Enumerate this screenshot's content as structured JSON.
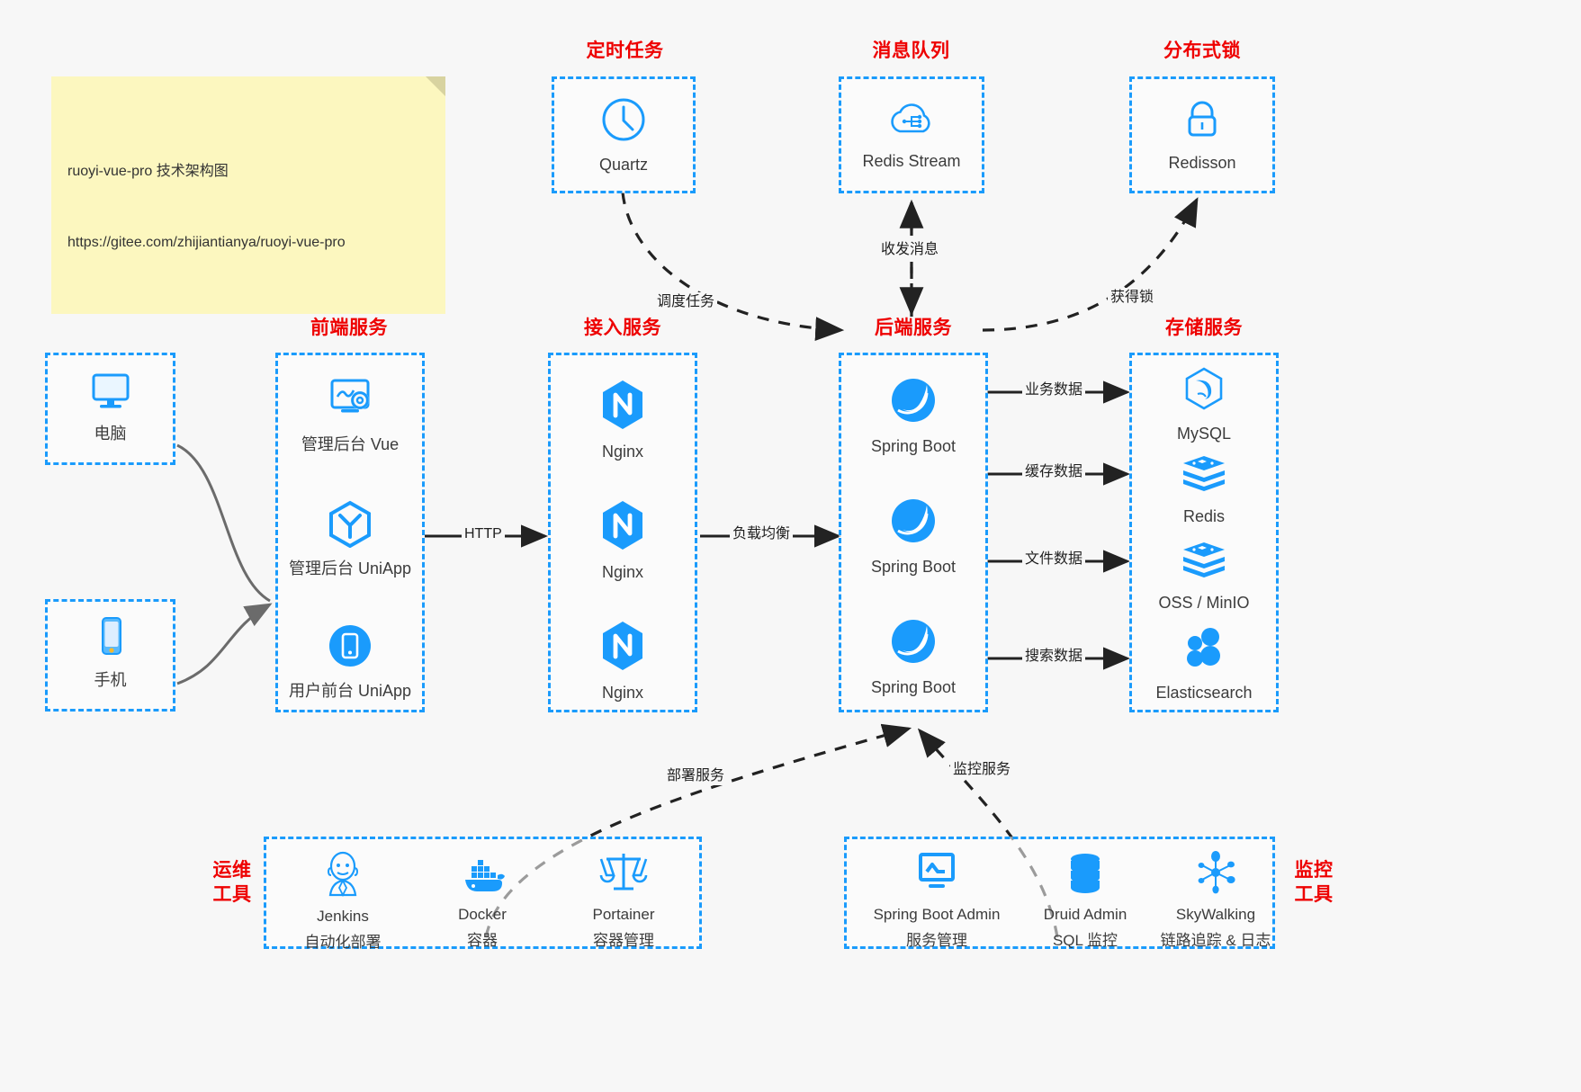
{
  "note": {
    "line1": "ruoyi-vue-pro 技术架构图",
    "line2": "https://gitee.com/zhijiantianya/ruoyi-vue-pro"
  },
  "colors": {
    "accent_blue": "#1a9bfc",
    "caption_red": "#ee0000",
    "background": "#f7f7f7",
    "note_yellow": "#fcf7bf",
    "edge_black": "#222222",
    "device_edge_gray": "#6b6b6b"
  },
  "groups": {
    "scheduled_task": {
      "caption": "定时任务",
      "nodes": [
        {
          "label": "Quartz",
          "icon": "clock-icon"
        }
      ]
    },
    "message_queue": {
      "caption": "消息队列",
      "nodes": [
        {
          "label": "Redis Stream",
          "icon": "cloud-stream-icon"
        }
      ]
    },
    "distributed_lock": {
      "caption": "分布式锁",
      "nodes": [
        {
          "label": "Redisson",
          "icon": "lock-icon"
        }
      ]
    },
    "clients": {
      "nodes": [
        {
          "label": "电脑",
          "icon": "desktop-monitor-icon"
        },
        {
          "label": "手机",
          "icon": "smartphone-icon"
        }
      ]
    },
    "frontend_service": {
      "caption": "前端服务",
      "nodes": [
        {
          "label": "管理后台 Vue",
          "icon": "dashboard-gear-icon"
        },
        {
          "label": "管理后台 UniApp",
          "icon": "hexagon-cube-icon"
        },
        {
          "label": "用户前台 UniApp",
          "icon": "mobile-circle-icon"
        }
      ]
    },
    "gateway_service": {
      "caption": "接入服务",
      "nodes": [
        {
          "label": "Nginx",
          "icon": "nginx-icon"
        },
        {
          "label": "Nginx",
          "icon": "nginx-icon"
        },
        {
          "label": "Nginx",
          "icon": "nginx-icon"
        }
      ]
    },
    "backend_service": {
      "caption": "后端服务",
      "nodes": [
        {
          "label": "Spring Boot",
          "icon": "spring-boot-icon"
        },
        {
          "label": "Spring Boot",
          "icon": "spring-boot-icon"
        },
        {
          "label": "Spring Boot",
          "icon": "spring-boot-icon"
        }
      ]
    },
    "storage_service": {
      "caption": "存储服务",
      "nodes": [
        {
          "label": "MySQL",
          "icon": "mysql-dolphin-icon"
        },
        {
          "label": "Redis",
          "icon": "redis-stack-icon"
        },
        {
          "label": "OSS / MinIO",
          "icon": "redis-stack-icon"
        },
        {
          "label": "Elasticsearch",
          "icon": "elasticsearch-icon"
        }
      ]
    },
    "devops_tools": {
      "caption_line1": "运维",
      "caption_line2": "工具",
      "nodes": [
        {
          "label": "Jenkins",
          "sublabel": "自动化部署",
          "icon": "jenkins-butler-icon"
        },
        {
          "label": "Docker",
          "sublabel": "容器",
          "icon": "docker-whale-icon"
        },
        {
          "label": "Portainer",
          "sublabel": "容器管理",
          "icon": "scales-balance-icon"
        }
      ]
    },
    "monitor_tools": {
      "caption_line1": "监控",
      "caption_line2": "工具",
      "nodes": [
        {
          "label": "Spring Boot Admin",
          "sublabel": "服务管理",
          "icon": "monitor-chart-icon"
        },
        {
          "label": "Druid Admin",
          "sublabel": "SQL 监控",
          "icon": "database-stack-icon"
        },
        {
          "label": "SkyWalking",
          "sublabel": "链路追踪 & 日志",
          "icon": "skywalking-node-icon"
        }
      ]
    }
  },
  "edges": {
    "http": "HTTP",
    "load_balance": "负载均衡",
    "schedule_task": "调度任务",
    "send_receive_message": "收发消息",
    "acquire_lock": "获得锁",
    "business_data": "业务数据",
    "cache_data": "缓存数据",
    "file_data": "文件数据",
    "search_data": "搜索数据",
    "deploy_service": "部署服务",
    "monitor_service": "监控服务"
  }
}
